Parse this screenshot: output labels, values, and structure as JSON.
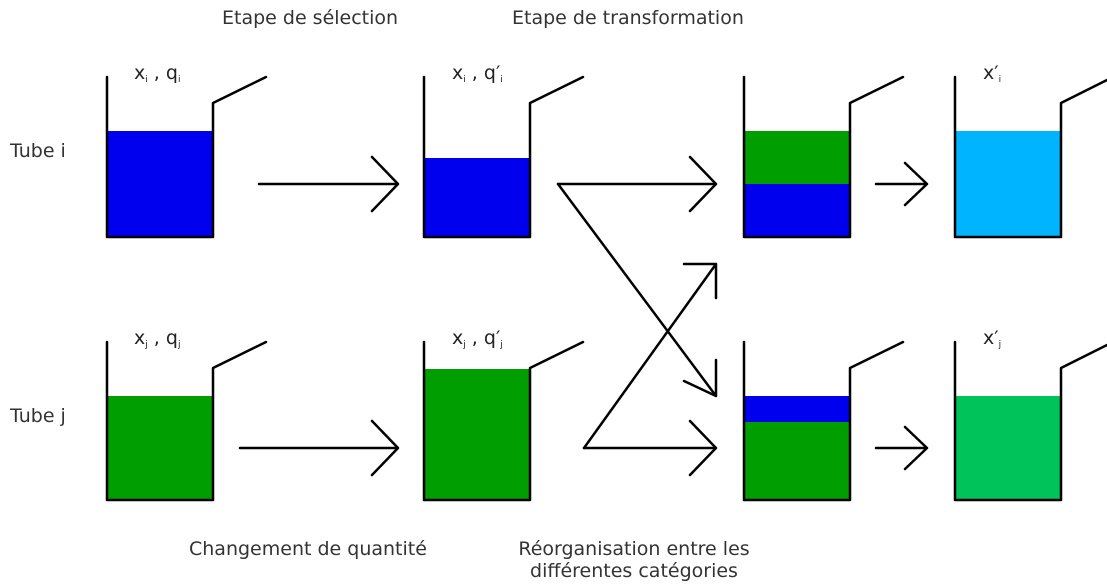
{
  "stages": {
    "selection": "Etape de sélection",
    "transformation": "Etape de transformation",
    "quantity_change": "Changement de quantité",
    "reorg_line1": "Réorganisation entre les",
    "reorg_line2": "différentes catégories"
  },
  "rows": {
    "tube_i": "Tube i",
    "tube_j": "Tube j"
  },
  "vars": {
    "i": {
      "x": "x",
      "x_sub": "i",
      "sep": " , ",
      "q": "q",
      "q_sub": "i",
      "qprime": "q′",
      "xprime": "x′"
    },
    "j": {
      "x": "x",
      "x_sub": "j",
      "sep": " , ",
      "q": "q",
      "q_sub": "j",
      "qprime": "q′",
      "xprime": "x′"
    }
  },
  "colors": {
    "blue": "#0000ee",
    "green": "#009e00",
    "light_blue": "#00b4ff",
    "light_green": "#00c45a",
    "line": "#000000"
  }
}
